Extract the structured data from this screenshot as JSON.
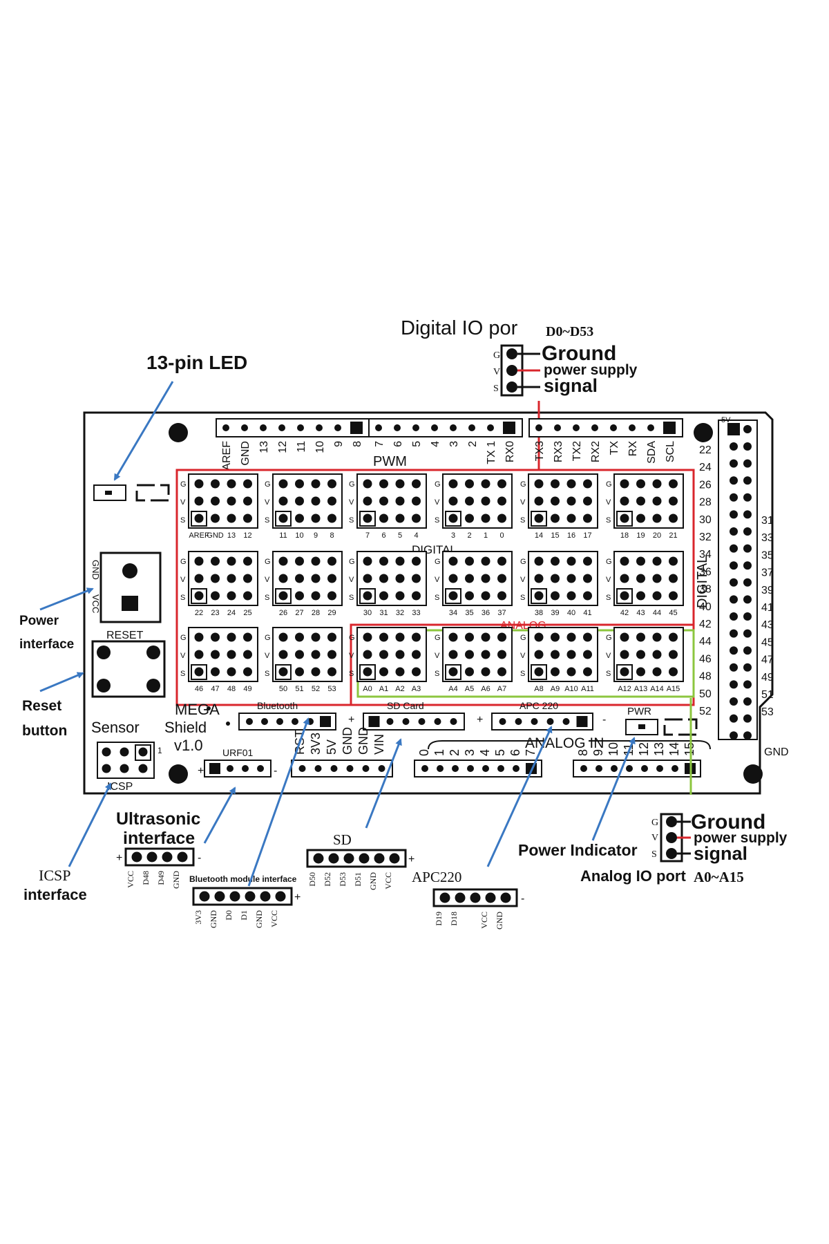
{
  "callouts": {
    "led13": "13-pin LED",
    "power_interface": [
      "Power",
      "interface"
    ],
    "reset_button": [
      "Reset",
      "button"
    ],
    "icsp_interface": [
      "ICSP",
      "interface"
    ],
    "ultrasonic_interface": [
      "Ultrasonic",
      "interface"
    ],
    "bluetooth_module_interface": "Bluetooth module interface",
    "sd": "SD",
    "apc220": "APC220",
    "power_indicator": "Power Indicator",
    "analog_io_port": "Analog IO port",
    "analog_io_range": "A0~A15",
    "digital_io_port": "Digital IO por",
    "digital_io_range": "D0~D53"
  },
  "legend": {
    "pins": [
      "G",
      "V",
      "S"
    ],
    "labels": [
      "Ground",
      "power supply",
      "signal"
    ]
  },
  "board": {
    "mega": "MEGA",
    "shield": "Shield",
    "version": "v1.0",
    "sensor": "Sensor",
    "reset": "RESET",
    "icsp": "ICSP",
    "pwm": "PWM",
    "digital": "DIGITAL",
    "analog": "ANALOG",
    "analog_in": "ANALOG IN",
    "pwr": "PWR",
    "bluetooth": "Bluetooth",
    "sd_card": "SD Card",
    "apc220": "APC 220",
    "urf01": "URF01",
    "power_gnd": "GND",
    "power_vcc": "VCC",
    "gnd_bottom": "GND",
    "five_v": "5V",
    "icsp_pin1": "1",
    "plus": "+",
    "minus": "-"
  },
  "top_headers": {
    "left": [
      "AREF",
      "GND",
      "13",
      "12",
      "11",
      "10",
      "9",
      "8"
    ],
    "middle": [
      "7",
      "6",
      "5",
      "4",
      "3",
      "2",
      "TX 1",
      "RX0"
    ],
    "right": [
      "TX3",
      "RX3",
      "TX2",
      "RX2",
      "TX",
      "RX",
      "SDA",
      "SCL"
    ]
  },
  "sensor_blocks": [
    [
      "AREF",
      "GND",
      "13",
      "12"
    ],
    [
      "11",
      "10",
      "9",
      "8"
    ],
    [
      "7",
      "6",
      "5",
      "4"
    ],
    [
      "3",
      "2",
      "1",
      "0"
    ],
    [
      "14",
      "15",
      "16",
      "17"
    ],
    [
      "18",
      "19",
      "20",
      "21"
    ],
    [
      "22",
      "23",
      "24",
      "25"
    ],
    [
      "26",
      "27",
      "28",
      "29"
    ],
    [
      "30",
      "31",
      "32",
      "33"
    ],
    [
      "34",
      "35",
      "36",
      "37"
    ],
    [
      "38",
      "39",
      "40",
      "41"
    ],
    [
      "42",
      "43",
      "44",
      "45"
    ],
    [
      "46",
      "47",
      "48",
      "49"
    ],
    [
      "50",
      "51",
      "52",
      "53"
    ],
    [
      "A0",
      "A1",
      "A2",
      "A3"
    ],
    [
      "A4",
      "A5",
      "A6",
      "A7"
    ],
    [
      "A8",
      "A9",
      "A10",
      "A11"
    ],
    [
      "A12",
      "A13",
      "A14",
      "A15"
    ]
  ],
  "right_header": {
    "left_col": [
      "22",
      "24",
      "26",
      "28",
      "30",
      "32",
      "34",
      "36",
      "38",
      "40",
      "42",
      "44",
      "46",
      "48",
      "50",
      "52"
    ],
    "right_col": [
      "31",
      "33",
      "35",
      "37",
      "39",
      "41",
      "43",
      "45",
      "47",
      "49",
      "51",
      "53"
    ]
  },
  "power_header": [
    "RST",
    "3V3",
    "5V",
    "GND",
    "GND",
    "VIN"
  ],
  "analog_in_pins": [
    "0",
    "1",
    "2",
    "3",
    "4",
    "5",
    "6",
    "7",
    "8",
    "9",
    "10",
    "11",
    "12",
    "13",
    "14",
    "15"
  ],
  "connectors": {
    "ultrasonic": [
      "VCC",
      "D48",
      "D49",
      "GND"
    ],
    "bluetooth": [
      "3V3",
      "GND",
      "D0",
      "D1",
      "GND",
      "VCC"
    ],
    "sd": [
      "D50",
      "D52",
      "D53",
      "D51",
      "GND",
      "VCC"
    ],
    "apc220": [
      "D19",
      "D18",
      "",
      "VCC",
      "GND"
    ]
  },
  "colors": {
    "digital_frame": "#d9262c",
    "analog_frame": "#8cc63f",
    "arrow": "#3a78c2",
    "power_wire": "#d9262c"
  }
}
